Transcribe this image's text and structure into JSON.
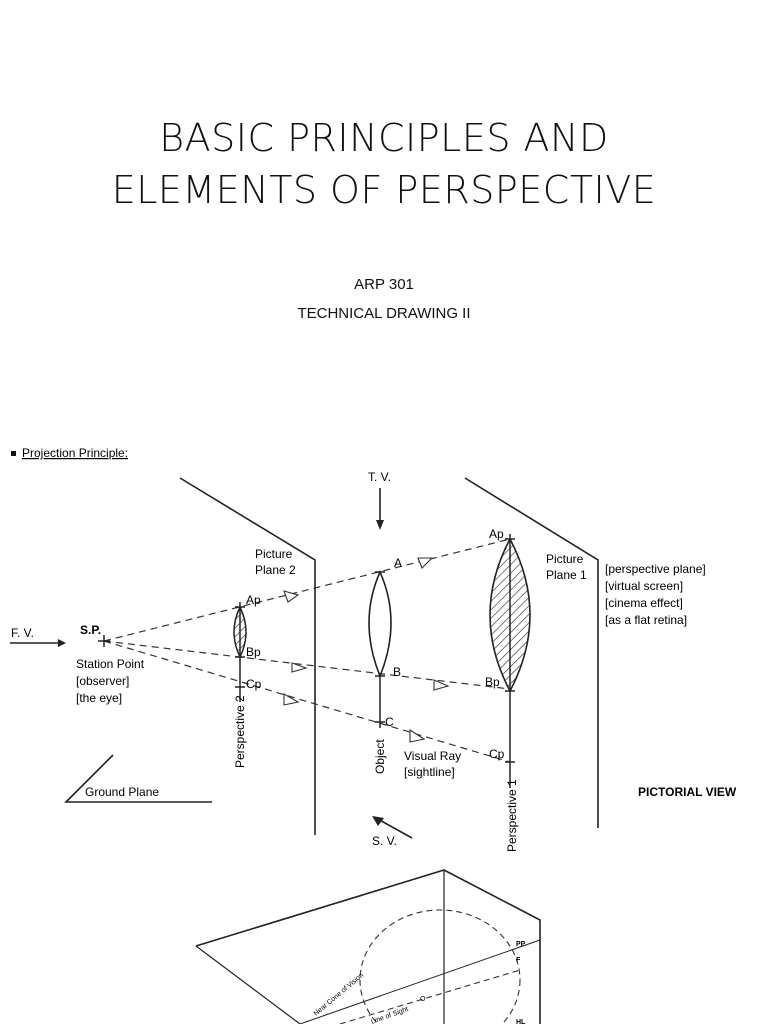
{
  "slide": {
    "title_line1": "BASIC PRINCIPLES AND",
    "title_line2": "ELEMENTS OF PERSPECTIVE",
    "course_code": "ARP 301",
    "course_name": "TECHNICAL DRAWING II"
  },
  "figure1": {
    "heading": "Projection Principle:",
    "tv": "T. V.",
    "fv": "F. V.",
    "sv": "S. V.",
    "sp": "S.P.",
    "station_point": "Station Point",
    "observer": "[observer]",
    "the_eye": "[the eye]",
    "ground_plane": "Ground Plane",
    "pp2_line1": "Picture",
    "pp2_line2": "Plane 2",
    "pp1_line1": "Picture",
    "pp1_line2": "Plane 1",
    "note1": "[perspective plane]",
    "note2": "[virtual screen]",
    "note3": "[cinema effect]",
    "note4": "[as a flat retina]",
    "ap": "Ap",
    "bp": "Bp",
    "cp": "Cp",
    "a": "A",
    "b": "B",
    "c": "C",
    "perspective2": "Perspective 2",
    "perspective1": "Perspective 1",
    "object": "Object",
    "visual_ray": "Visual Ray",
    "sightline": "[sightline]",
    "pictorial_view": "PICTORIAL VIEW"
  },
  "figure2": {
    "pp": "PP",
    "f": "F",
    "hl": "HL",
    "o": "O",
    "cone": "Near Cone of Vision",
    "line_of_sight": "Line of Sight"
  }
}
